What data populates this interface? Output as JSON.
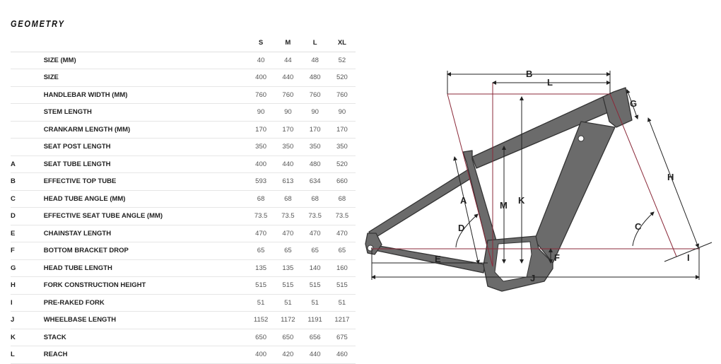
{
  "title": "GEOMETRY",
  "columns": [
    "S",
    "M",
    "L",
    "XL"
  ],
  "rows": [
    {
      "letter": "",
      "label": "SIZE (MM)",
      "values": [
        "40",
        "44",
        "48",
        "52"
      ]
    },
    {
      "letter": "",
      "label": "SIZE",
      "values": [
        "400",
        "440",
        "480",
        "520"
      ]
    },
    {
      "letter": "",
      "label": "HANDLEBAR WIDTH (MM)",
      "values": [
        "760",
        "760",
        "760",
        "760"
      ]
    },
    {
      "letter": "",
      "label": "STEM LENGTH",
      "values": [
        "90",
        "90",
        "90",
        "90"
      ]
    },
    {
      "letter": "",
      "label": "CRANKARM LENGTH (MM)",
      "values": [
        "170",
        "170",
        "170",
        "170"
      ]
    },
    {
      "letter": "",
      "label": "SEAT POST LENGTH",
      "values": [
        "350",
        "350",
        "350",
        "350"
      ]
    },
    {
      "letter": "A",
      "label": "SEAT TUBE LENGTH",
      "values": [
        "400",
        "440",
        "480",
        "520"
      ]
    },
    {
      "letter": "B",
      "label": "EFFECTIVE TOP TUBE",
      "values": [
        "593",
        "613",
        "634",
        "660"
      ]
    },
    {
      "letter": "C",
      "label": "HEAD TUBE ANGLE (MM)",
      "values": [
        "68",
        "68",
        "68",
        "68"
      ]
    },
    {
      "letter": "D",
      "label": "EFFECTIVE SEAT TUBE ANGLE (MM)",
      "values": [
        "73.5",
        "73.5",
        "73.5",
        "73.5"
      ]
    },
    {
      "letter": "E",
      "label": "CHAINSTAY LENGTH",
      "values": [
        "470",
        "470",
        "470",
        "470"
      ]
    },
    {
      "letter": "F",
      "label": "BOTTOM BRACKET DROP",
      "values": [
        "65",
        "65",
        "65",
        "65"
      ]
    },
    {
      "letter": "G",
      "label": "HEAD TUBE LENGTH",
      "values": [
        "135",
        "135",
        "140",
        "160"
      ]
    },
    {
      "letter": "H",
      "label": "FORK CONSTRUCTION HEIGHT",
      "values": [
        "515",
        "515",
        "515",
        "515"
      ]
    },
    {
      "letter": "I",
      "label": "PRE-RAKED FORK",
      "values": [
        "51",
        "51",
        "51",
        "51"
      ]
    },
    {
      "letter": "J",
      "label": "WHEELBASE LENGTH",
      "values": [
        "1152",
        "1172",
        "1191",
        "1217"
      ]
    },
    {
      "letter": "K",
      "label": "STACK",
      "values": [
        "650",
        "650",
        "656",
        "675"
      ]
    },
    {
      "letter": "L",
      "label": "REACH",
      "values": [
        "400",
        "420",
        "440",
        "460"
      ]
    }
  ],
  "diagram": {
    "labels": {
      "A": "A",
      "B": "B",
      "C": "C",
      "D": "D",
      "E": "E",
      "F": "F",
      "G": "G",
      "H": "H",
      "I": "I",
      "J": "J",
      "K": "K",
      "L": "L",
      "M": "M"
    },
    "colors": {
      "frame": "#6b6b6b",
      "frame_outline": "#333333",
      "measure": "#8b2a3a",
      "dim": "#222222"
    }
  }
}
